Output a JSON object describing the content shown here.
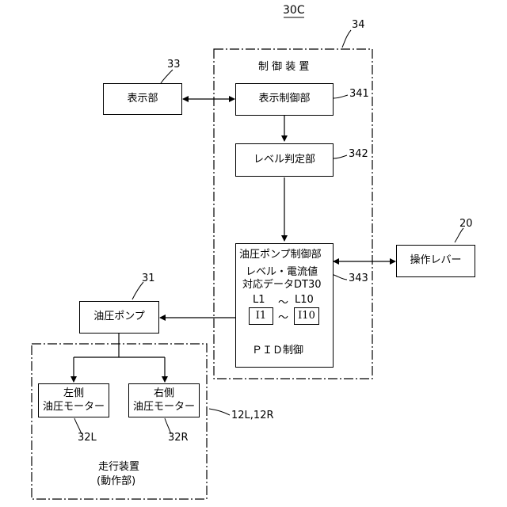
{
  "figure_id": "30C",
  "controller": {
    "ref": "34",
    "title": "制 御 装 置"
  },
  "display": {
    "ref": "33",
    "label": "表示部"
  },
  "display_ctrl": {
    "ref": "341",
    "label": "表示制御部"
  },
  "level_judge": {
    "ref": "342",
    "label": "レベル判定部"
  },
  "pump_ctrl": {
    "label": "油圧ポンプ制御部"
  },
  "table": {
    "ref": "343",
    "line1": "レベル・電流値",
    "line2": "対応データDT30",
    "l_start": "L1",
    "l_end": "L10",
    "tilde": "〜",
    "i_start": "I1",
    "i_end": "I10"
  },
  "pid": {
    "label": "ＰＩＤ制御"
  },
  "lever": {
    "ref": "20",
    "label": "操作レバー"
  },
  "pump": {
    "ref": "31",
    "label": "油圧ポンプ"
  },
  "travel": {
    "ref": "12L,12R",
    "line1": "走行装置",
    "line2": "(動作部)"
  },
  "motor_left": {
    "ref": "32L",
    "line1": "左側",
    "line2": "油圧モーター"
  },
  "motor_right": {
    "ref": "32R",
    "line1": "右側",
    "line2": "油圧モーター"
  }
}
